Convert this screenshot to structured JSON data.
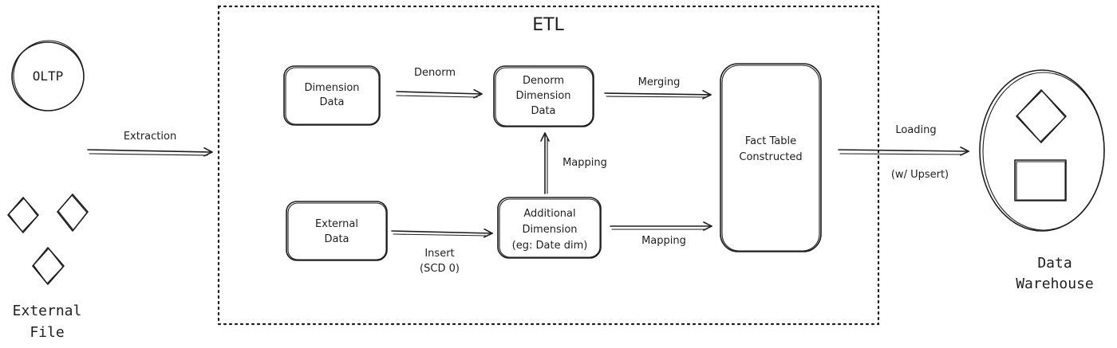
{
  "etl": {
    "title": "ETL"
  },
  "sources": {
    "oltp": "OLTP",
    "external_file_line1": "External",
    "external_file_line2": "File"
  },
  "edges": {
    "extraction": "Extraction",
    "denorm": "Denorm",
    "merging": "Merging",
    "mapping_up": "Mapping",
    "insert_line1": "Insert",
    "insert_line2": "(SCD 0)",
    "mapping_right": "Mapping",
    "loading": "Loading",
    "upsert": "(w/ Upsert)"
  },
  "nodes": {
    "dimension_data": [
      "Dimension",
      "Data"
    ],
    "denorm_dimension_data": [
      "Denorm",
      "Dimension",
      "Data"
    ],
    "external_data": [
      "External",
      "Data"
    ],
    "additional_dimension": [
      "Additional",
      "Dimension",
      "(eg: Date dim)"
    ],
    "fact_table": [
      "Fact Table",
      "Constructed"
    ]
  },
  "warehouse": {
    "line1": "Data",
    "line2": "Warehouse"
  }
}
